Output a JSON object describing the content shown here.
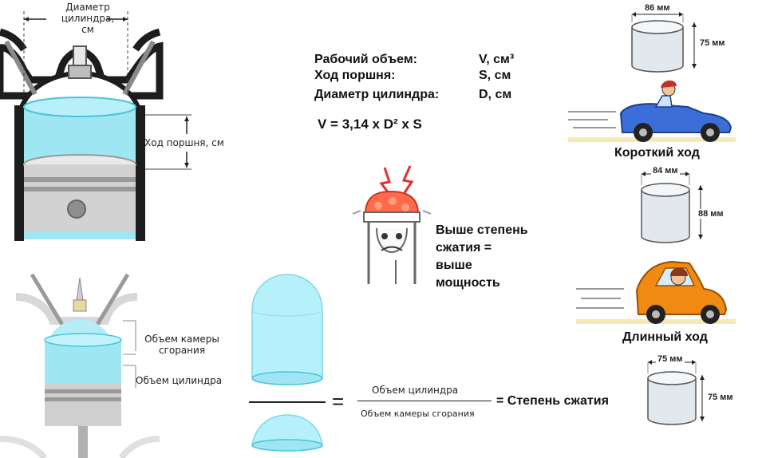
{
  "top_engine": {
    "diameter_label": "Диаметр\nцилиндра,\nсм",
    "stroke_label": "Ход поршня, см"
  },
  "bottom_engine": {
    "chamber_label": "Объем камеры\nсгорания",
    "cylinder_label": "Объем цилиндра"
  },
  "formulas": {
    "rows": [
      {
        "term": "Рабочий объем:",
        "symbol": "V, см³"
      },
      {
        "term": "Ход поршня:",
        "symbol": "S, см"
      },
      {
        "term": "Диаметр цилиндра:",
        "symbol": "D, см"
      }
    ],
    "equation": "V = 3,14 x D² x S"
  },
  "compression_note": "Выше степень\nсжатия =\nвыше\nмощность",
  "ratio": {
    "equals": "=",
    "numerator": "Объем цилиндра",
    "denominator": "Объем камеры сгорания",
    "result": "= Степень сжатия"
  },
  "cylinders": [
    {
      "width": "86 мм",
      "height": "75 мм"
    },
    {
      "width": "84 мм",
      "height": "88 мм"
    },
    {
      "width": "75 мм",
      "height": "75 мм"
    }
  ],
  "captions": {
    "short_stroke": "Короткий ход",
    "long_stroke": "Длинный ход"
  },
  "colors": {
    "water": "#9fe6f3",
    "water_dark": "#49c4dc",
    "metal": "#c8c8c8",
    "engine_black": "#1d1d1d",
    "car_blue": "#3b6ed8",
    "car_orange": "#f08a12"
  }
}
